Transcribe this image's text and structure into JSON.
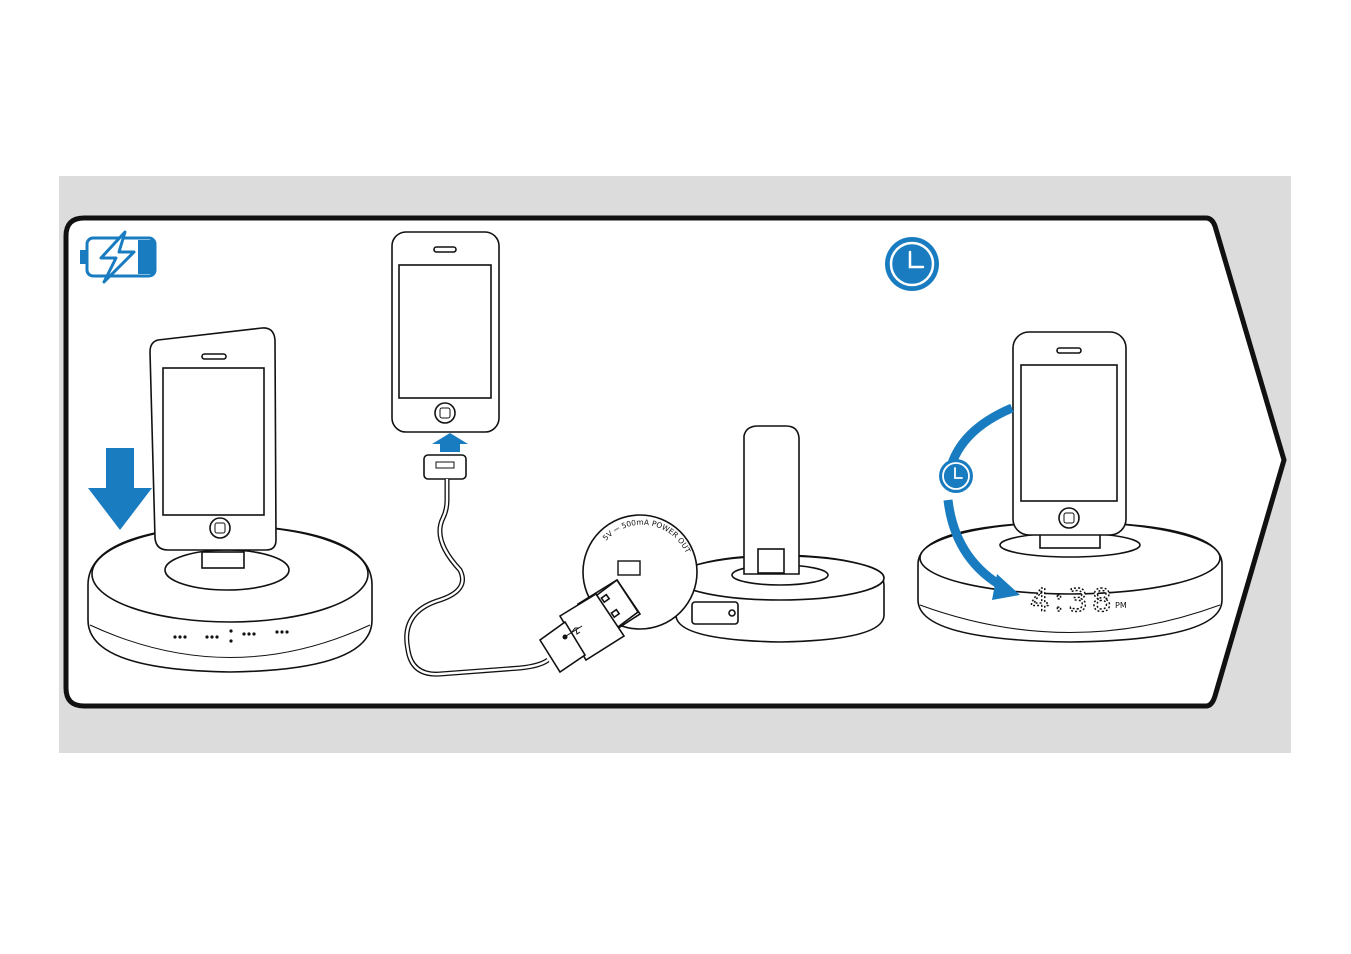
{
  "colors": {
    "accent": "#1a7cc0",
    "panel_bg": "#dcdcdc",
    "line": "#111111",
    "paper": "#ffffff"
  },
  "icons": [
    "battery-charging-icon",
    "clock-icon",
    "down-arrow-icon",
    "up-arrow-icon",
    "rotate-arrow-icon",
    "usb-symbol-icon"
  ],
  "usb_label": "5V ⎓ 500mA POWER OUT",
  "clock_display": {
    "time": "4:38",
    "period": "PM"
  }
}
